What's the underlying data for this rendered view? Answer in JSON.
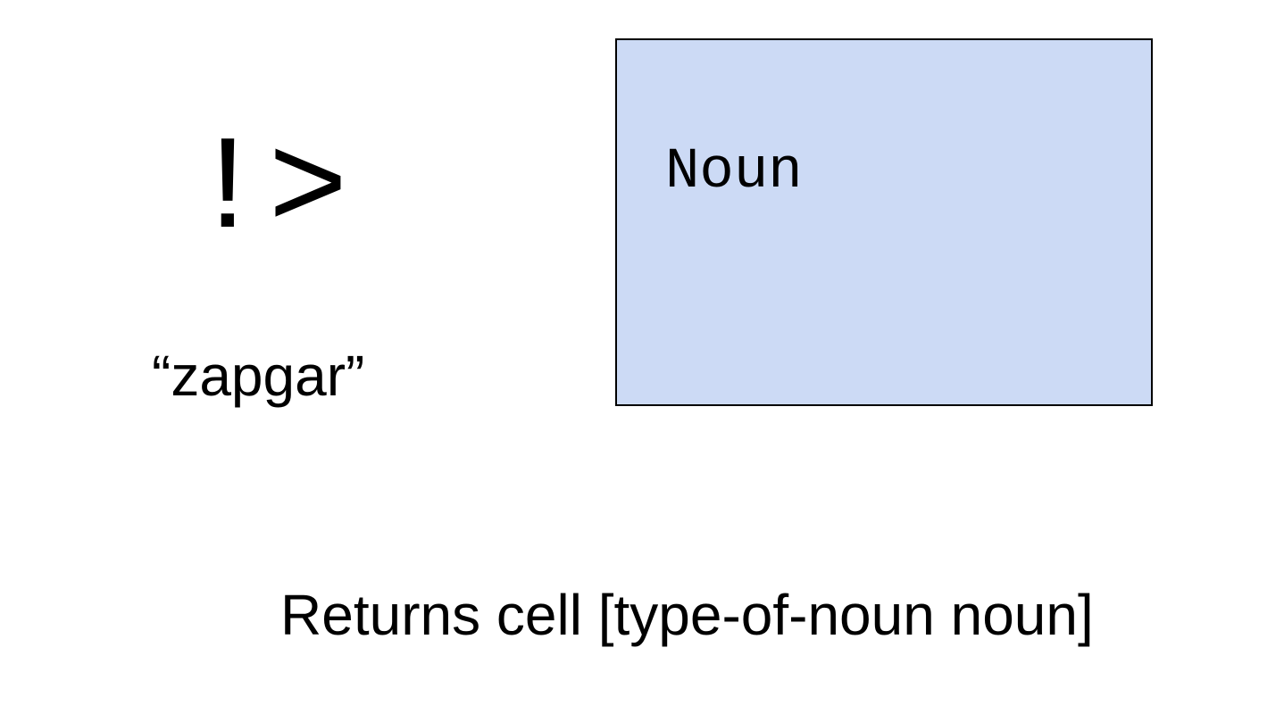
{
  "rune": {
    "symbol": "!>"
  },
  "rune_name": {
    "text": "“zapgar”"
  },
  "noun_box": {
    "label": "Noun",
    "fill_color": "#ccdaf5",
    "border_color": "#000000"
  },
  "description": {
    "text": "Returns cell [type-of-noun noun]"
  }
}
